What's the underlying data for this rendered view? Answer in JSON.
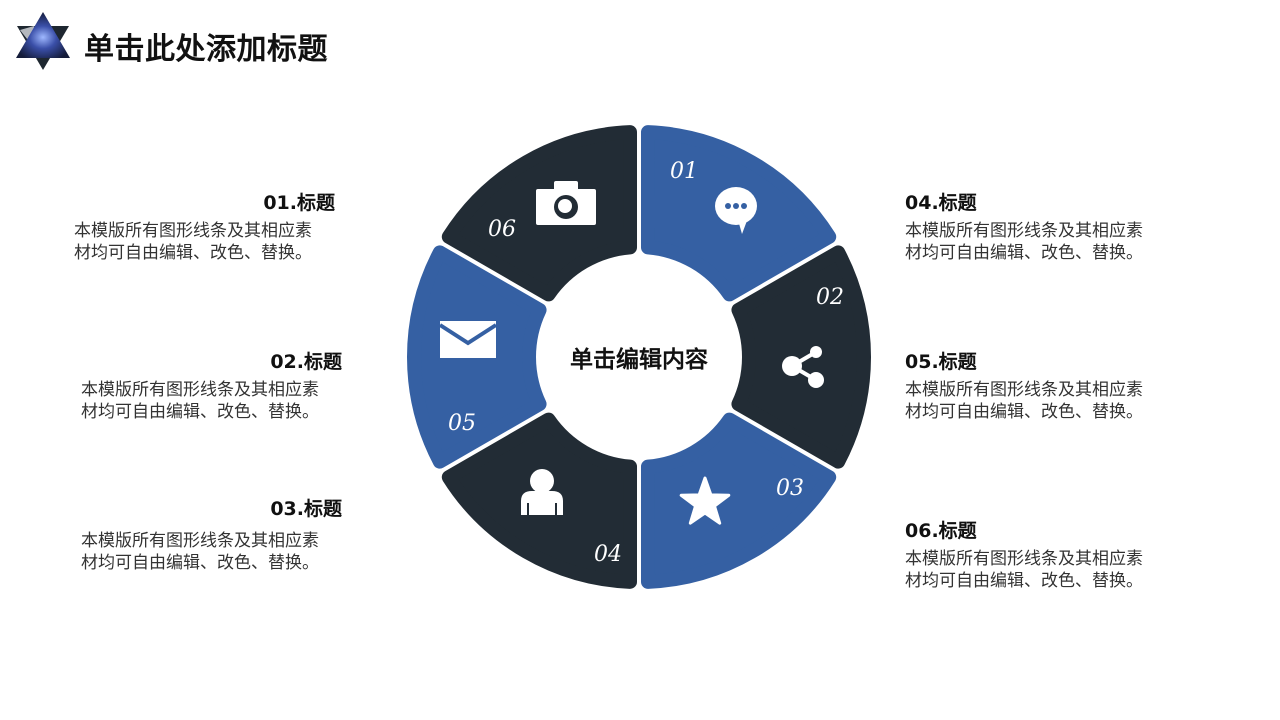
{
  "header": {
    "title": "单击此处添加标题",
    "logo_icon": "star-of-david-galaxy-logo"
  },
  "diagram": {
    "center_label": "单击编辑内容",
    "colors": {
      "blue": "#3560a3",
      "dark": "#222c35",
      "icon": "#ffffff"
    },
    "segments": [
      {
        "number": "01",
        "icon": "chat-bubble-icon",
        "color": "#3560a3"
      },
      {
        "number": "02",
        "icon": "share-icon",
        "color": "#222c35"
      },
      {
        "number": "03",
        "icon": "star-icon",
        "color": "#3560a3"
      },
      {
        "number": "04",
        "icon": "user-icon",
        "color": "#222c35"
      },
      {
        "number": "05",
        "icon": "envelope-icon",
        "color": "#3560a3"
      },
      {
        "number": "06",
        "icon": "camera-icon",
        "color": "#222c35"
      }
    ]
  },
  "items": [
    {
      "title": "01.标题",
      "desc_line1": "本模版所有图形线条及其相应素",
      "desc_line2": "材均可自由编辑、改色、替换。"
    },
    {
      "title": "02.标题",
      "desc_line1": "本模版所有图形线条及其相应素",
      "desc_line2": "材均可自由编辑、改色、替换。"
    },
    {
      "title": "03.标题",
      "desc_line1": "本模版所有图形线条及其相应素",
      "desc_line2": "材均可自由编辑、改色、替换。"
    },
    {
      "title": "04.标题",
      "desc_line1": "本模版所有图形线条及其相应素",
      "desc_line2": "材均可自由编辑、改色、替换。"
    },
    {
      "title": "05.标题",
      "desc_line1": "本模版所有图形线条及其相应素",
      "desc_line2": "材均可自由编辑、改色、替换。"
    },
    {
      "title": "06.标题",
      "desc_line1": "本模版所有图形线条及其相应素",
      "desc_line2": "材均可自由编辑、改色、替换。"
    }
  ]
}
